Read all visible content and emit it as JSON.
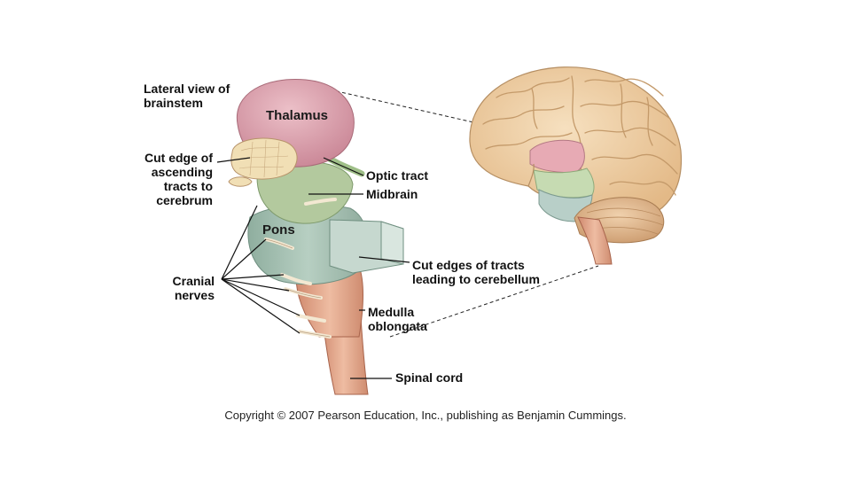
{
  "title": "Lateral view of brainstem",
  "labels": {
    "thalamus": "Thalamus",
    "cut_edge_ascending": "Cut edge of ascending tracts to cerebrum",
    "optic_tract": "Optic tract",
    "midbrain": "Midbrain",
    "pons": "Pons",
    "cut_edges_cerebellum": "Cut edges of tracts leading to cerebellum",
    "cranial_nerves": "Cranial nerves",
    "medulla": "Medulla oblongata",
    "spinal_cord": "Spinal cord"
  },
  "copyright": "Copyright © 2007 Pearson Education, Inc., publishing as Benjamin Cummings.",
  "colors": {
    "thalamus": "#d99aa6",
    "brainstem_green": "#a9c3b6",
    "midbrain_green": "#b9cfa4",
    "medulla": "#e2a98c",
    "brain_tan": "#f0d4ad",
    "cerebellum": "#e6c29a",
    "leader_line": "#111111"
  }
}
